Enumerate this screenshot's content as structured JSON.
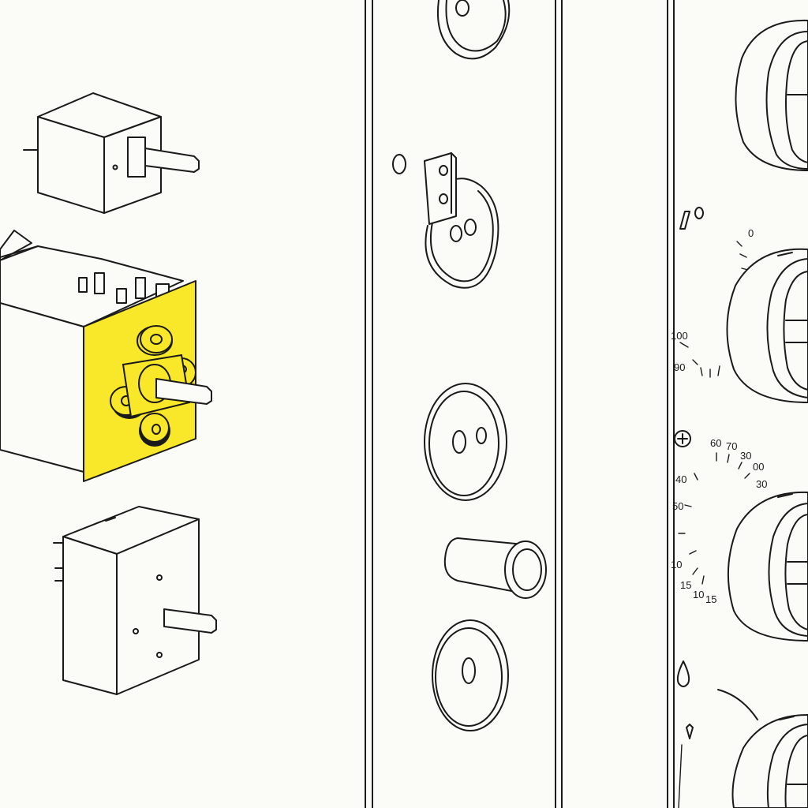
{
  "colors": {
    "highlight": "#f9e82a",
    "line": "#1a1a1a",
    "background": "#fbfbf7"
  },
  "icons": {
    "plus": "plus-circle-icon",
    "drop": "water-drop-icon",
    "light": "light-indicator-icon"
  },
  "dial_labels": {
    "dial_1": [
      "0",
      "100",
      "90"
    ],
    "dial_2": [
      "60",
      "70",
      "30",
      "00",
      "30",
      "40",
      "50",
      "10",
      "15",
      "10",
      "15"
    ]
  }
}
